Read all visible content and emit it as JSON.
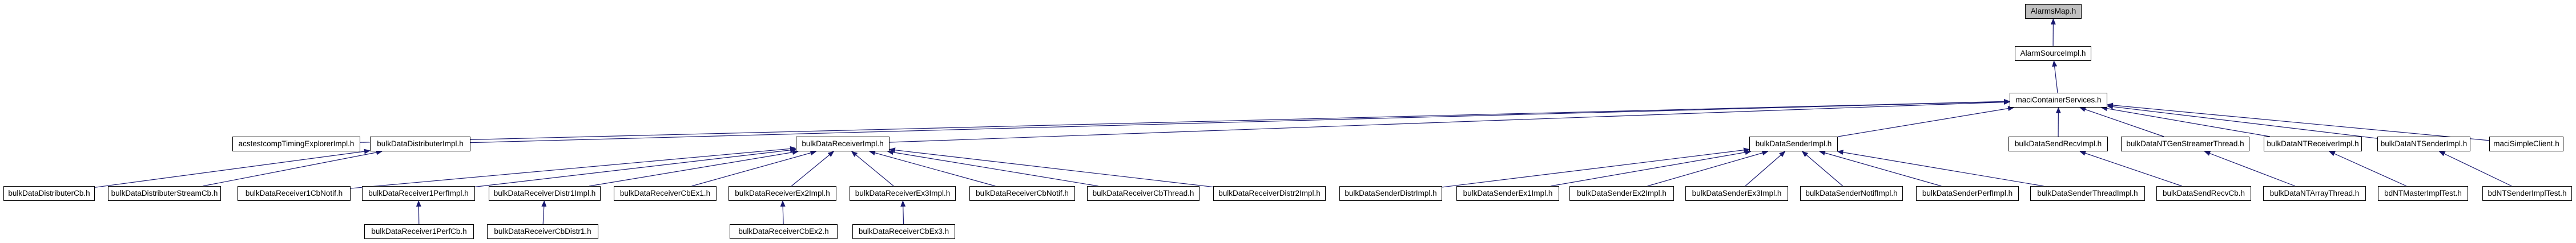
{
  "graph": {
    "root": "AlarmsMap.h",
    "kind_hint": "included-by dependency graph"
  },
  "colors": {
    "edge": "#191970",
    "node_border": "#000000",
    "node_fill": "#ffffff",
    "root_fill": "#c0c0c0"
  },
  "nodes": {
    "alarmsMap": {
      "label": "AlarmsMap.h"
    },
    "alarmSourceImpl": {
      "label": "AlarmSourceImpl.h"
    },
    "maciContainerServices": {
      "label": "maciContainerServices.h"
    },
    "acstestcompTimingExplorerImpl": {
      "label": "acstestcompTimingExplorerImpl.h"
    },
    "bulkDataDistributerImpl": {
      "label": "bulkDataDistributerImpl.h"
    },
    "bulkDataReceiverImpl": {
      "label": "bulkDataReceiverImpl.h"
    },
    "bulkDataSenderImpl": {
      "label": "bulkDataSenderImpl.h"
    },
    "bulkDataSendRecvImpl": {
      "label": "bulkDataSendRecvImpl.h"
    },
    "bulkDataNTGenStreamerThread": {
      "label": "bulkDataNTGenStreamerThread.h"
    },
    "bulkDataNTReceiverImpl": {
      "label": "bulkDataNTReceiverImpl.h"
    },
    "bulkDataNTSenderImpl": {
      "label": "bulkDataNTSenderImpl.h"
    },
    "maciSimpleClient": {
      "label": "maciSimpleClient.h"
    },
    "bulkDataDistributerCb": {
      "label": "bulkDataDistributerCb.h"
    },
    "bulkDataDistributerStreamCb": {
      "label": "bulkDataDistributerStreamCb.h"
    },
    "bulkDataReceiver1CbNotif": {
      "label": "bulkDataReceiver1CbNotif.h"
    },
    "bulkDataReceiver1PerfImpl": {
      "label": "bulkDataReceiver1PerfImpl.h"
    },
    "bulkDataReceiverDistr1Impl": {
      "label": "bulkDataReceiverDistr1Impl.h"
    },
    "bulkDataReceiverCbEx1": {
      "label": "bulkDataReceiverCbEx1.h"
    },
    "bulkDataReceiverEx2Impl": {
      "label": "bulkDataReceiverEx2Impl.h"
    },
    "bulkDataReceiverEx3Impl": {
      "label": "bulkDataReceiverEx3Impl.h"
    },
    "bulkDataReceiverCbNotif": {
      "label": "bulkDataReceiverCbNotif.h"
    },
    "bulkDataReceiverCbThread": {
      "label": "bulkDataReceiverCbThread.h"
    },
    "bulkDataReceiverDistr2Impl": {
      "label": "bulkDataReceiverDistr2Impl.h"
    },
    "bulkDataSenderDistrImpl": {
      "label": "bulkDataSenderDistrImpl.h"
    },
    "bulkDataSenderEx1Impl": {
      "label": "bulkDataSenderEx1Impl.h"
    },
    "bulkDataSenderEx2Impl": {
      "label": "bulkDataSenderEx2Impl.h"
    },
    "bulkDataSenderEx3Impl": {
      "label": "bulkDataSenderEx3Impl.h"
    },
    "bulkDataSenderNotifImpl": {
      "label": "bulkDataSenderNotifImpl.h"
    },
    "bulkDataSenderPerfImpl": {
      "label": "bulkDataSenderPerfImpl.h"
    },
    "bulkDataSenderThreadImpl": {
      "label": "bulkDataSenderThreadImpl.h"
    },
    "bulkDataSendRecvCb": {
      "label": "bulkDataSendRecvCb.h"
    },
    "bulkDataNTArrayThread": {
      "label": "bulkDataNTArrayThread.h"
    },
    "bdNTMasterImplTest": {
      "label": "bdNTMasterImplTest.h"
    },
    "bdNTSenderImplTest": {
      "label": "bdNTSenderImplTest.h"
    },
    "bulkDataReceiver1PerfCb": {
      "label": "bulkDataReceiver1PerfCb.h"
    },
    "bulkDataReceiverCbDistr1": {
      "label": "bulkDataReceiverCbDistr1.h"
    },
    "bulkDataReceiverCbEx2": {
      "label": "bulkDataReceiverCbEx2.h"
    },
    "bulkDataReceiverCbEx3": {
      "label": "bulkDataReceiverCbEx3.h"
    }
  },
  "edges": [
    {
      "from": "alarmSourceImpl",
      "to": "alarmsMap"
    },
    {
      "from": "maciContainerServices",
      "to": "alarmSourceImpl"
    },
    {
      "from": "acstestcompTimingExplorerImpl",
      "to": "maciContainerServices"
    },
    {
      "from": "bulkDataDistributerImpl",
      "to": "maciContainerServices"
    },
    {
      "from": "bulkDataReceiverImpl",
      "to": "maciContainerServices"
    },
    {
      "from": "bulkDataSenderImpl",
      "to": "maciContainerServices"
    },
    {
      "from": "bulkDataSendRecvImpl",
      "to": "maciContainerServices"
    },
    {
      "from": "bulkDataNTGenStreamerThread",
      "to": "maciContainerServices"
    },
    {
      "from": "bulkDataNTReceiverImpl",
      "to": "maciContainerServices"
    },
    {
      "from": "bulkDataNTSenderImpl",
      "to": "maciContainerServices"
    },
    {
      "from": "maciSimpleClient",
      "to": "maciContainerServices"
    },
    {
      "from": "bulkDataDistributerCb",
      "to": "bulkDataDistributerImpl"
    },
    {
      "from": "bulkDataDistributerStreamCb",
      "to": "bulkDataDistributerImpl"
    },
    {
      "from": "bulkDataReceiver1CbNotif",
      "to": "bulkDataReceiverImpl"
    },
    {
      "from": "bulkDataReceiver1PerfImpl",
      "to": "bulkDataReceiverImpl"
    },
    {
      "from": "bulkDataReceiverDistr1Impl",
      "to": "bulkDataReceiverImpl"
    },
    {
      "from": "bulkDataReceiverCbEx1",
      "to": "bulkDataReceiverImpl"
    },
    {
      "from": "bulkDataReceiverEx2Impl",
      "to": "bulkDataReceiverImpl"
    },
    {
      "from": "bulkDataReceiverEx3Impl",
      "to": "bulkDataReceiverImpl"
    },
    {
      "from": "bulkDataReceiverCbNotif",
      "to": "bulkDataReceiverImpl"
    },
    {
      "from": "bulkDataReceiverCbThread",
      "to": "bulkDataReceiverImpl"
    },
    {
      "from": "bulkDataReceiverDistr2Impl",
      "to": "bulkDataReceiverImpl"
    },
    {
      "from": "bulkDataSenderDistrImpl",
      "to": "bulkDataSenderImpl"
    },
    {
      "from": "bulkDataSenderEx1Impl",
      "to": "bulkDataSenderImpl"
    },
    {
      "from": "bulkDataSenderEx2Impl",
      "to": "bulkDataSenderImpl"
    },
    {
      "from": "bulkDataSenderEx3Impl",
      "to": "bulkDataSenderImpl"
    },
    {
      "from": "bulkDataSenderNotifImpl",
      "to": "bulkDataSenderImpl"
    },
    {
      "from": "bulkDataSenderPerfImpl",
      "to": "bulkDataSenderImpl"
    },
    {
      "from": "bulkDataSenderThreadImpl",
      "to": "bulkDataSenderImpl"
    },
    {
      "from": "bulkDataSendRecvCb",
      "to": "bulkDataSendRecvImpl"
    },
    {
      "from": "bulkDataNTArrayThread",
      "to": "bulkDataNTGenStreamerThread"
    },
    {
      "from": "bdNTMasterImplTest",
      "to": "bulkDataNTReceiverImpl"
    },
    {
      "from": "bdNTSenderImplTest",
      "to": "bulkDataNTSenderImpl"
    },
    {
      "from": "bulkDataReceiver1PerfCb",
      "to": "bulkDataReceiver1PerfImpl"
    },
    {
      "from": "bulkDataReceiverCbDistr1",
      "to": "bulkDataReceiverDistr1Impl"
    },
    {
      "from": "bulkDataReceiverCbEx2",
      "to": "bulkDataReceiverEx2Impl"
    },
    {
      "from": "bulkDataReceiverCbEx3",
      "to": "bulkDataReceiverEx3Impl"
    }
  ]
}
